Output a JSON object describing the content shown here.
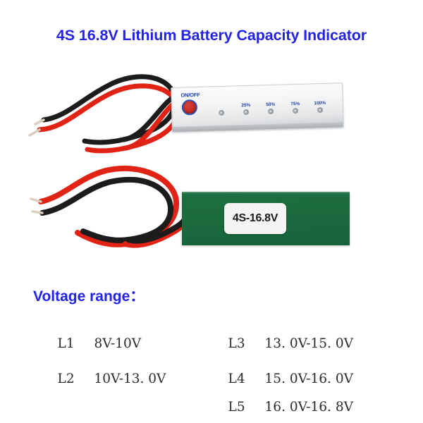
{
  "title": "4S 16.8V Lithium Battery Capacity Indicator",
  "colors": {
    "title_blue": "#2222e8",
    "heading_blue": "#2222e8",
    "pcb_green": "#1b6b3f",
    "button_red": "#c62b22",
    "led_label_blue": "#1b3fa8",
    "table_text": "#2b2b2b",
    "background": "#ffffff"
  },
  "indicator_board": {
    "power_label": "ON/OFF",
    "leds": [
      {
        "label": ""
      },
      {
        "label": "25%"
      },
      {
        "label": "50%"
      },
      {
        "label": "75%"
      },
      {
        "label": "100%"
      }
    ]
  },
  "pcb_board": {
    "sticker_text": "4S-16.8V"
  },
  "voltage_section": {
    "heading": "Voltage range：",
    "left_column": [
      {
        "level": "L1",
        "range": "8V-10V"
      },
      {
        "level": "L2",
        "range": "10V-13. 0V"
      }
    ],
    "right_column": [
      {
        "level": "L3",
        "range": "13. 0V-15. 0V"
      },
      {
        "level": "L4",
        "range": "15. 0V-16. 0V"
      },
      {
        "level": "L5",
        "range": "16. 0V-16. 8V"
      }
    ]
  }
}
